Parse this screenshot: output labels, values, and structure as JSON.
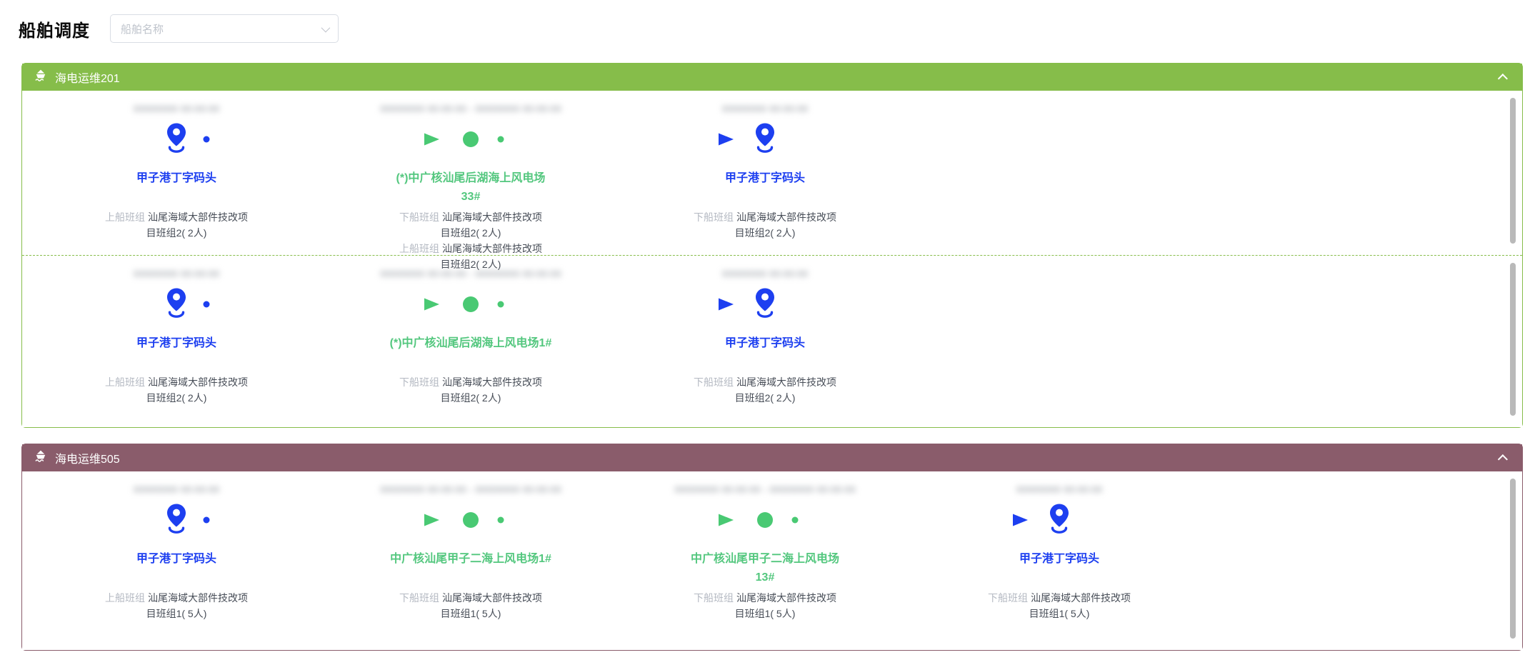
{
  "page": {
    "title": "船舶调度"
  },
  "filter": {
    "placeholder": "船舶名称",
    "chevron_icon": "chevron-down-icon"
  },
  "colors": {
    "blue": "#1d3ff0",
    "green": "#49c973",
    "green_text": "#53c77e",
    "green_header": "#86bd4a",
    "maroon_header": "#8a5c6b"
  },
  "panels": [
    {
      "title": "海电运维201",
      "theme": "green",
      "icon": "ship-icon",
      "collapse_icon": "chevron-up-icon",
      "rows": [
        {
          "stations": [
            {
              "type": "pier",
              "time": "00000000 00:00:00",
              "name": "甲子港丁字码头",
              "crew": [
                {
                  "label": "上船班组",
                  "value": "汕尾海域大部件技改项目班组2( 2人)"
                }
              ]
            },
            {
              "type": "farm",
              "time": "00000000 00:00:00 - 00000000 00:00:00",
              "name": "(*)中广核汕尾后湖海上风电场",
              "name2": "33#",
              "crew": [
                {
                  "label": "下船班组",
                  "value": "汕尾海域大部件技改项目班组2( 2人)"
                },
                {
                  "label": "上船班组",
                  "value": "汕尾海域大部件技改项目班组2( 2人)"
                }
              ]
            },
            {
              "type": "pier",
              "time": "00000000 00:00:00",
              "name": "甲子港丁字码头",
              "crew": [
                {
                  "label": "下船班组",
                  "value": "汕尾海域大部件技改项目班组2( 2人)"
                }
              ]
            }
          ]
        },
        {
          "stations": [
            {
              "type": "pier",
              "time": "00000000 00:00:00",
              "name": "甲子港丁字码头",
              "crew": [
                {
                  "label": "上船班组",
                  "value": "汕尾海域大部件技改项目班组2( 2人)"
                }
              ]
            },
            {
              "type": "farm",
              "time": "00000000 00:00:00 - 00000000 00:00:00",
              "name": "(*)中广核汕尾后湖海上风电场1#",
              "crew": [
                {
                  "label": "下船班组",
                  "value": "汕尾海域大部件技改项目班组2( 2人)"
                }
              ]
            },
            {
              "type": "pier",
              "time": "00000000 00:00:00",
              "name": "甲子港丁字码头",
              "crew": [
                {
                  "label": "下船班组",
                  "value": "汕尾海域大部件技改项目班组2( 2人)"
                }
              ]
            }
          ]
        }
      ]
    },
    {
      "title": "海电运维505",
      "theme": "maroon",
      "icon": "ship-icon",
      "collapse_icon": "chevron-up-icon",
      "rows": [
        {
          "stations": [
            {
              "type": "pier",
              "time": "00000000 00:00:00",
              "name": "甲子港丁字码头",
              "crew": [
                {
                  "label": "上船班组",
                  "value": "汕尾海域大部件技改项目班组1( 5人)"
                }
              ]
            },
            {
              "type": "farm",
              "time": "00000000 00:00:00 - 00000000 00:00:00",
              "name": "中广核汕尾甲子二海上风电场1#",
              "crew": [
                {
                  "label": "下船班组",
                  "value": "汕尾海域大部件技改项目班组1( 5人)"
                }
              ]
            },
            {
              "type": "farm",
              "time": "00000000 00:00:00 - 00000000 00:00:00",
              "name": "中广核汕尾甲子二海上风电场",
              "name2": "13#",
              "crew": [
                {
                  "label": "下船班组",
                  "value": "汕尾海域大部件技改项目班组1( 5人)"
                }
              ]
            },
            {
              "type": "pier",
              "time": "00000000 00:00:00",
              "name": "甲子港丁字码头",
              "crew": [
                {
                  "label": "下船班组",
                  "value": "汕尾海域大部件技改项目班组1( 5人)"
                }
              ]
            }
          ]
        }
      ]
    }
  ]
}
